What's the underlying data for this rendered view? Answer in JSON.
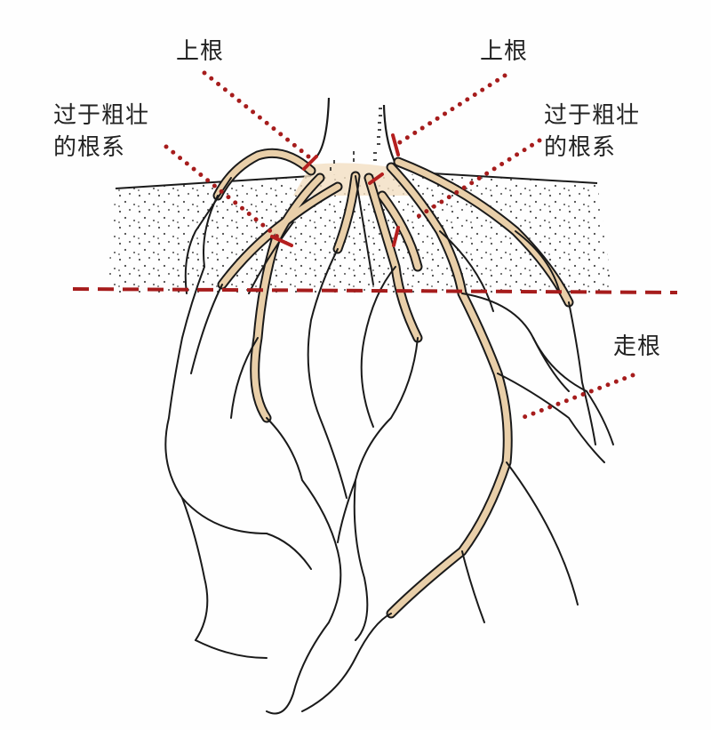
{
  "diagram": {
    "type": "plant-root-system-illustration",
    "colors": {
      "annotation": "#a61c1c",
      "root_outline": "#1a1a1a",
      "root_fill": "#e9cfa9",
      "soil_dots": "#2a2a2a",
      "background": "#fefefe"
    },
    "labels": {
      "upper_root_left": "上根",
      "upper_root_right": "上根",
      "thick_root_left": {
        "line1": "过于粗壮",
        "line2": "的根系"
      },
      "thick_root_right": {
        "line1": "过于粗壮",
        "line2": "的根系"
      },
      "running_root": "走根"
    },
    "annotations": [
      {
        "label": "上根",
        "side": "left",
        "points_to": "root emerging from left side of trunk base"
      },
      {
        "label": "上根",
        "side": "right",
        "points_to": "root emerging from right side of trunk base"
      },
      {
        "label": "过于粗壮的根系",
        "side": "left",
        "points_to": "thick roots in upper soil layer (left)"
      },
      {
        "label": "过于粗壮的根系",
        "side": "right",
        "points_to": "thick roots in upper soil layer (right)"
      },
      {
        "label": "走根",
        "side": "right",
        "points_to": "long thick root extending downward"
      }
    ],
    "divider": {
      "style": "dashed",
      "color": "#a61c1c",
      "meaning": "soil layer boundary"
    }
  }
}
